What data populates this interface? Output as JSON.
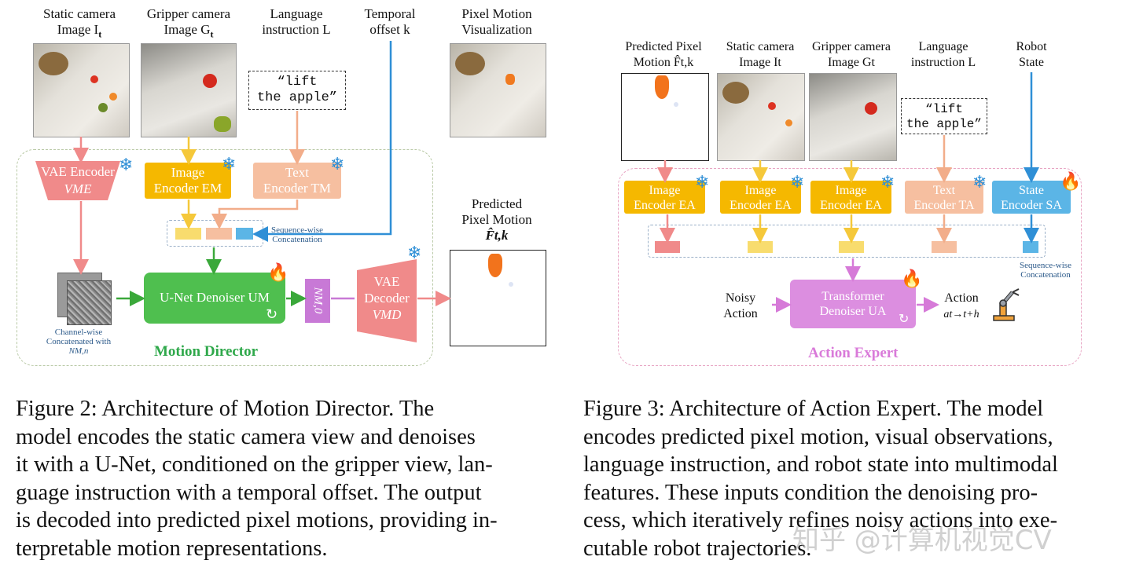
{
  "fig2": {
    "headers": {
      "static": [
        "Static camera",
        "Image I",
        "t"
      ],
      "gripper": [
        "Gripper camera",
        "Image G",
        "t"
      ],
      "language": [
        "Language",
        "instruction L"
      ],
      "temporal": [
        "Temporal",
        "offset k"
      ],
      "pixviz": [
        "Pixel Motion",
        "Visualization"
      ],
      "predicted": [
        "Predicted",
        "Pixel Motion",
        "F̂t,k"
      ]
    },
    "instruction": [
      "“lift",
      "the apple”"
    ],
    "vae_encoder": [
      "VAE Encoder",
      "VME"
    ],
    "image_encoder": [
      "Image",
      "Encoder EM"
    ],
    "text_encoder": [
      "Text",
      "Encoder TM"
    ],
    "seq_concat": [
      "Sequence-wise",
      "Concatenation"
    ],
    "unet": "U-Net Denoiser UM",
    "nm0": "NM,0",
    "vae_decoder": [
      "VAE",
      "Decoder",
      "VMD"
    ],
    "channel_concat": [
      "Channel-wise",
      "Concatenated with",
      "NM,n"
    ],
    "title": "Motion Director",
    "caption": [
      "Figure 2:  Architecture of Motion Director.  The",
      "model encodes the static camera view and denoises",
      "it with a U-Net, conditioned on the gripper view, lan-",
      "guage instruction with a temporal offset. The output",
      "is decoded into predicted pixel motions, providing in-",
      "terpretable motion representations."
    ]
  },
  "fig3": {
    "headers": {
      "predpix": [
        "Predicted Pixel",
        "Motion F̂t,k"
      ],
      "static": [
        "Static camera",
        "Image It"
      ],
      "gripper": [
        "Gripper camera",
        "Image Gt"
      ],
      "language": [
        "Language",
        "instruction L"
      ],
      "robot": [
        "Robot",
        "State"
      ]
    },
    "instruction": [
      "“lift",
      "the apple”"
    ],
    "image_encoder": [
      "Image",
      "Encoder EA"
    ],
    "text_encoder": [
      "Text",
      "Encoder TA"
    ],
    "state_encoder": [
      "State",
      "Encoder SA"
    ],
    "seq_concat": [
      "Sequence-wise",
      "Concatenation"
    ],
    "noisy_action": [
      "Noisy",
      "Action"
    ],
    "transformer": [
      "Transformer",
      "Denoiser UA"
    ],
    "action": [
      "Action",
      "at→t+h"
    ],
    "title": "Action Expert",
    "caption": [
      "Figure 3: Architecture of Action Expert. The model",
      "encodes predicted pixel motion, visual observations,",
      "language instruction, and robot state into multimodal",
      "features.  These inputs condition the denoising pro-",
      "cess, which iteratively refines noisy actions into exe-",
      "cutable robot trajectories."
    ]
  },
  "watermark": "知乎 @计算机视觉CV",
  "colors": {
    "vae": "#f08a8a",
    "image_enc": "#f5b800",
    "text_enc": "#f6bfa0",
    "state_enc": "#5bb5e6",
    "unet": "#4fbf4f",
    "transformer": "#dc8ee0",
    "nm0": "#c879d6"
  }
}
